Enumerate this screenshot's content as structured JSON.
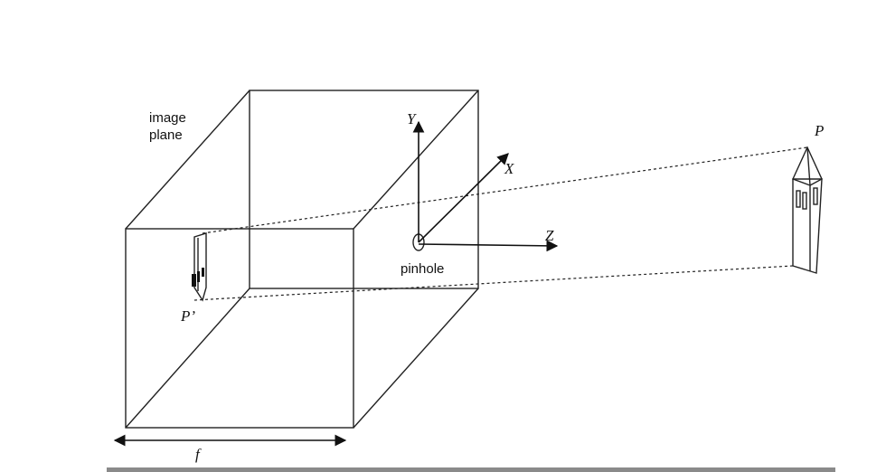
{
  "labels": {
    "image_plane_line1": "image",
    "image_plane_line2": "plane",
    "pinhole": "pinhole",
    "axis_y": "Y",
    "axis_x": "X",
    "axis_z": "Z",
    "point_p": "P",
    "point_p_image": "P’",
    "focal_length": "f"
  },
  "colors": {
    "stroke": "#222222",
    "text": "#111111",
    "bottom_strip": "#8a8a8a"
  }
}
